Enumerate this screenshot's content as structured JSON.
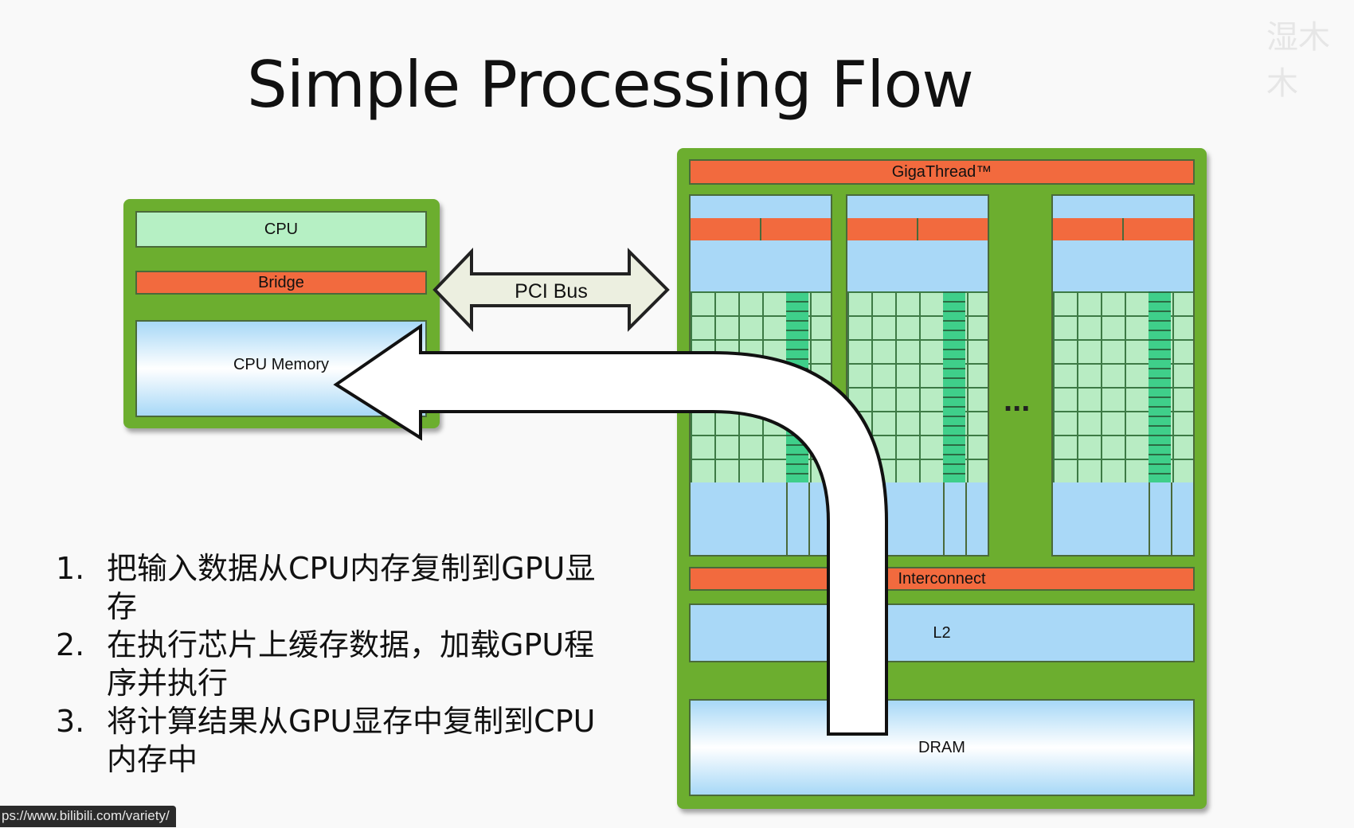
{
  "title": "Simple Processing Flow",
  "watermark": "湿木木",
  "cpu_block": {
    "cpu_label": "CPU",
    "bridge_label": "Bridge",
    "memory_label": "CPU Memory"
  },
  "bus": {
    "label": "PCI Bus"
  },
  "gpu_block": {
    "gigathread_label": "GigaThread™",
    "ellipsis": "...",
    "interconnect_label": "Interconnect",
    "l2_label": "L2",
    "dram_label": "DRAM"
  },
  "steps": [
    {
      "num": "1.",
      "text": "把输入数据从CPU内存复制到GPU显存"
    },
    {
      "num": "2.",
      "text": "在执行芯片上缓存数据，加载GPU程序并执行"
    },
    {
      "num": "3.",
      "text": "将计算结果从GPU显存中复制到CPU内存中"
    }
  ],
  "url_bar": "ps://www.bilibili.com/variety/",
  "colors": {
    "panel_green": "#6cae2f",
    "bar_orange": "#f26a3e",
    "core_mint": "#b6f0c4",
    "cache_blue": "#a9d8f7"
  }
}
